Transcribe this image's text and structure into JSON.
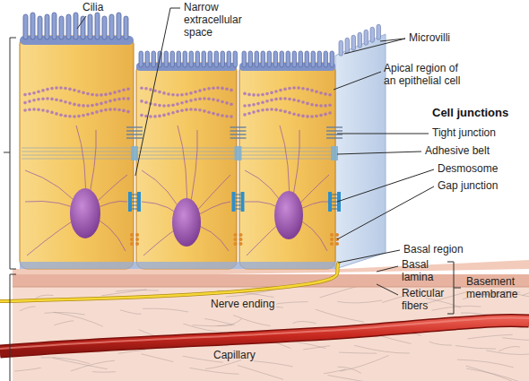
{
  "diagram": {
    "labels": [
      "Cilia",
      "Narrow extracellular space",
      "Microvilli",
      "Apical region of an epithelial cell",
      "Cell junctions",
      "Tight junction",
      "Adhesive belt",
      "Desmosome",
      "Gap junction",
      "Basal region",
      "Basal lamina",
      "Reticular fibers",
      "Basement membrane",
      "Nerve ending",
      "Capillary"
    ]
  }
}
